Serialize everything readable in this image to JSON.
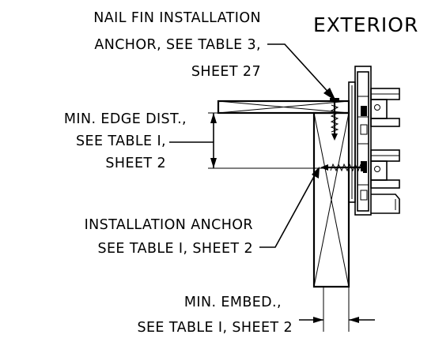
{
  "header": {
    "exterior": "EXTERIOR"
  },
  "callouts": {
    "nail_fin": [
      "NAIL FIN INSTALLATION",
      "ANCHOR, SEE TABLE 3,",
      "SHEET 27"
    ],
    "edge_dist": [
      "MIN. EDGE DIST.,",
      "SEE TABLE I,",
      "SHEET 2"
    ],
    "install_anchor": [
      "INSTALLATION ANCHOR",
      "SEE TABLE I, SHEET 2"
    ],
    "embed": [
      "MIN. EMBED.,",
      "SEE TABLE I, SHEET 2"
    ]
  }
}
